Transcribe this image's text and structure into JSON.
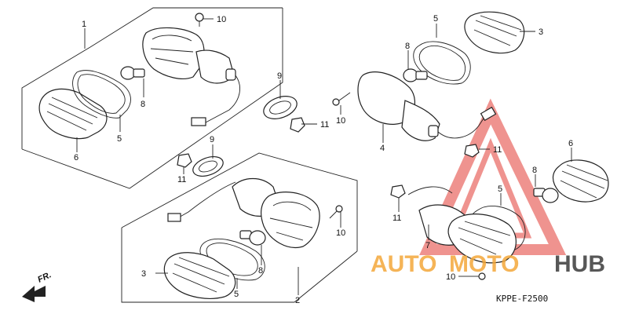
{
  "diagram": {
    "code": "KPPE-F2500",
    "direction": "FR.",
    "watermark": {
      "part1": "AUTO",
      "part2": "MOTO",
      "part3": "HUB"
    },
    "colors": {
      "watermark_red": "#e23b34",
      "watermark_orange": "#f4a83a",
      "watermark_grey": "#3a3a3a"
    },
    "callouts": {
      "c1": "1",
      "c2": "2",
      "c3a": "3",
      "c3b": "3",
      "c4": "4",
      "c5a": "5",
      "c5b": "5",
      "c5c": "5",
      "c5d": "5",
      "c6a": "6",
      "c6b": "6",
      "c7": "7",
      "c8a": "8",
      "c8b": "8",
      "c8c": "8",
      "c8d": "8",
      "c9a": "9",
      "c9b": "9",
      "c10a": "10",
      "c10b": "10",
      "c10c": "10",
      "c10d": "10",
      "c11a": "11",
      "c11b": "11",
      "c11c": "11",
      "c11d": "11"
    }
  }
}
